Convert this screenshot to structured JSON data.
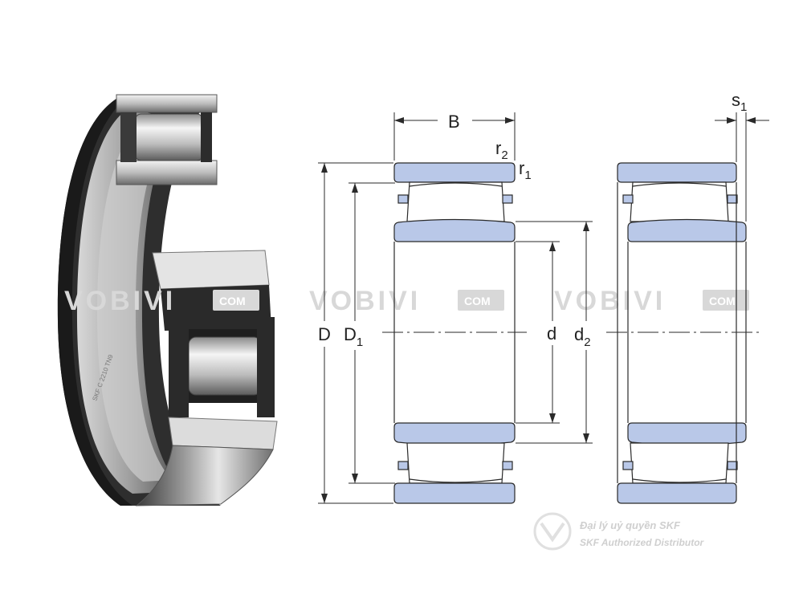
{
  "labels": {
    "B": "B",
    "r2_main": "r",
    "r2_sub": "2",
    "r1_main": "r",
    "r1_sub": "1",
    "D": "D",
    "D1_main": "D",
    "D1_sub": "1",
    "d": "d",
    "d2_main": "d",
    "d2_sub": "2",
    "s1_main": "s",
    "s1_sub": "1"
  },
  "watermark": {
    "brand": "VOBIVI",
    "com": "COM"
  },
  "distributor": {
    "line1": "Đại lý uỷ quyền SKF",
    "line2": "SKF Authorized Distributor"
  },
  "colors": {
    "ring_fill": "#b9c8e8",
    "line": "#2a2a2a",
    "watermark": "#d9d9d9"
  }
}
